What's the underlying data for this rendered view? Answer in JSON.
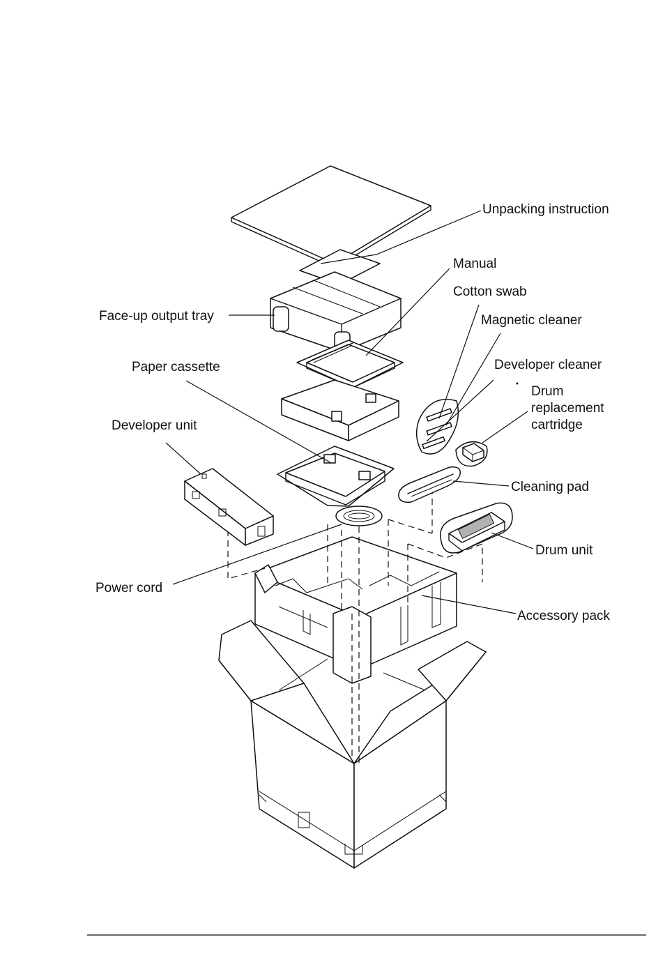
{
  "labels": {
    "unpacking_instruction": "Unpacking instruction",
    "manual": "Manual",
    "cotton_swab": "Cotton swab",
    "magnetic_cleaner": "Magnetic cleaner",
    "developer_cleaner": "Developer cleaner",
    "drum_replacement_cartridge_1": "Drum",
    "drum_replacement_cartridge_2": "replacement",
    "drum_replacement_cartridge_3": "cartridge",
    "face_up_output_tray": "Face-up output tray",
    "paper_cassette": "Paper cassette",
    "developer_unit": "Developer unit",
    "cleaning_pad": "Cleaning pad",
    "drum_unit": "Drum unit",
    "power_cord": "Power cord",
    "accessory_pack": "Accessory pack"
  }
}
